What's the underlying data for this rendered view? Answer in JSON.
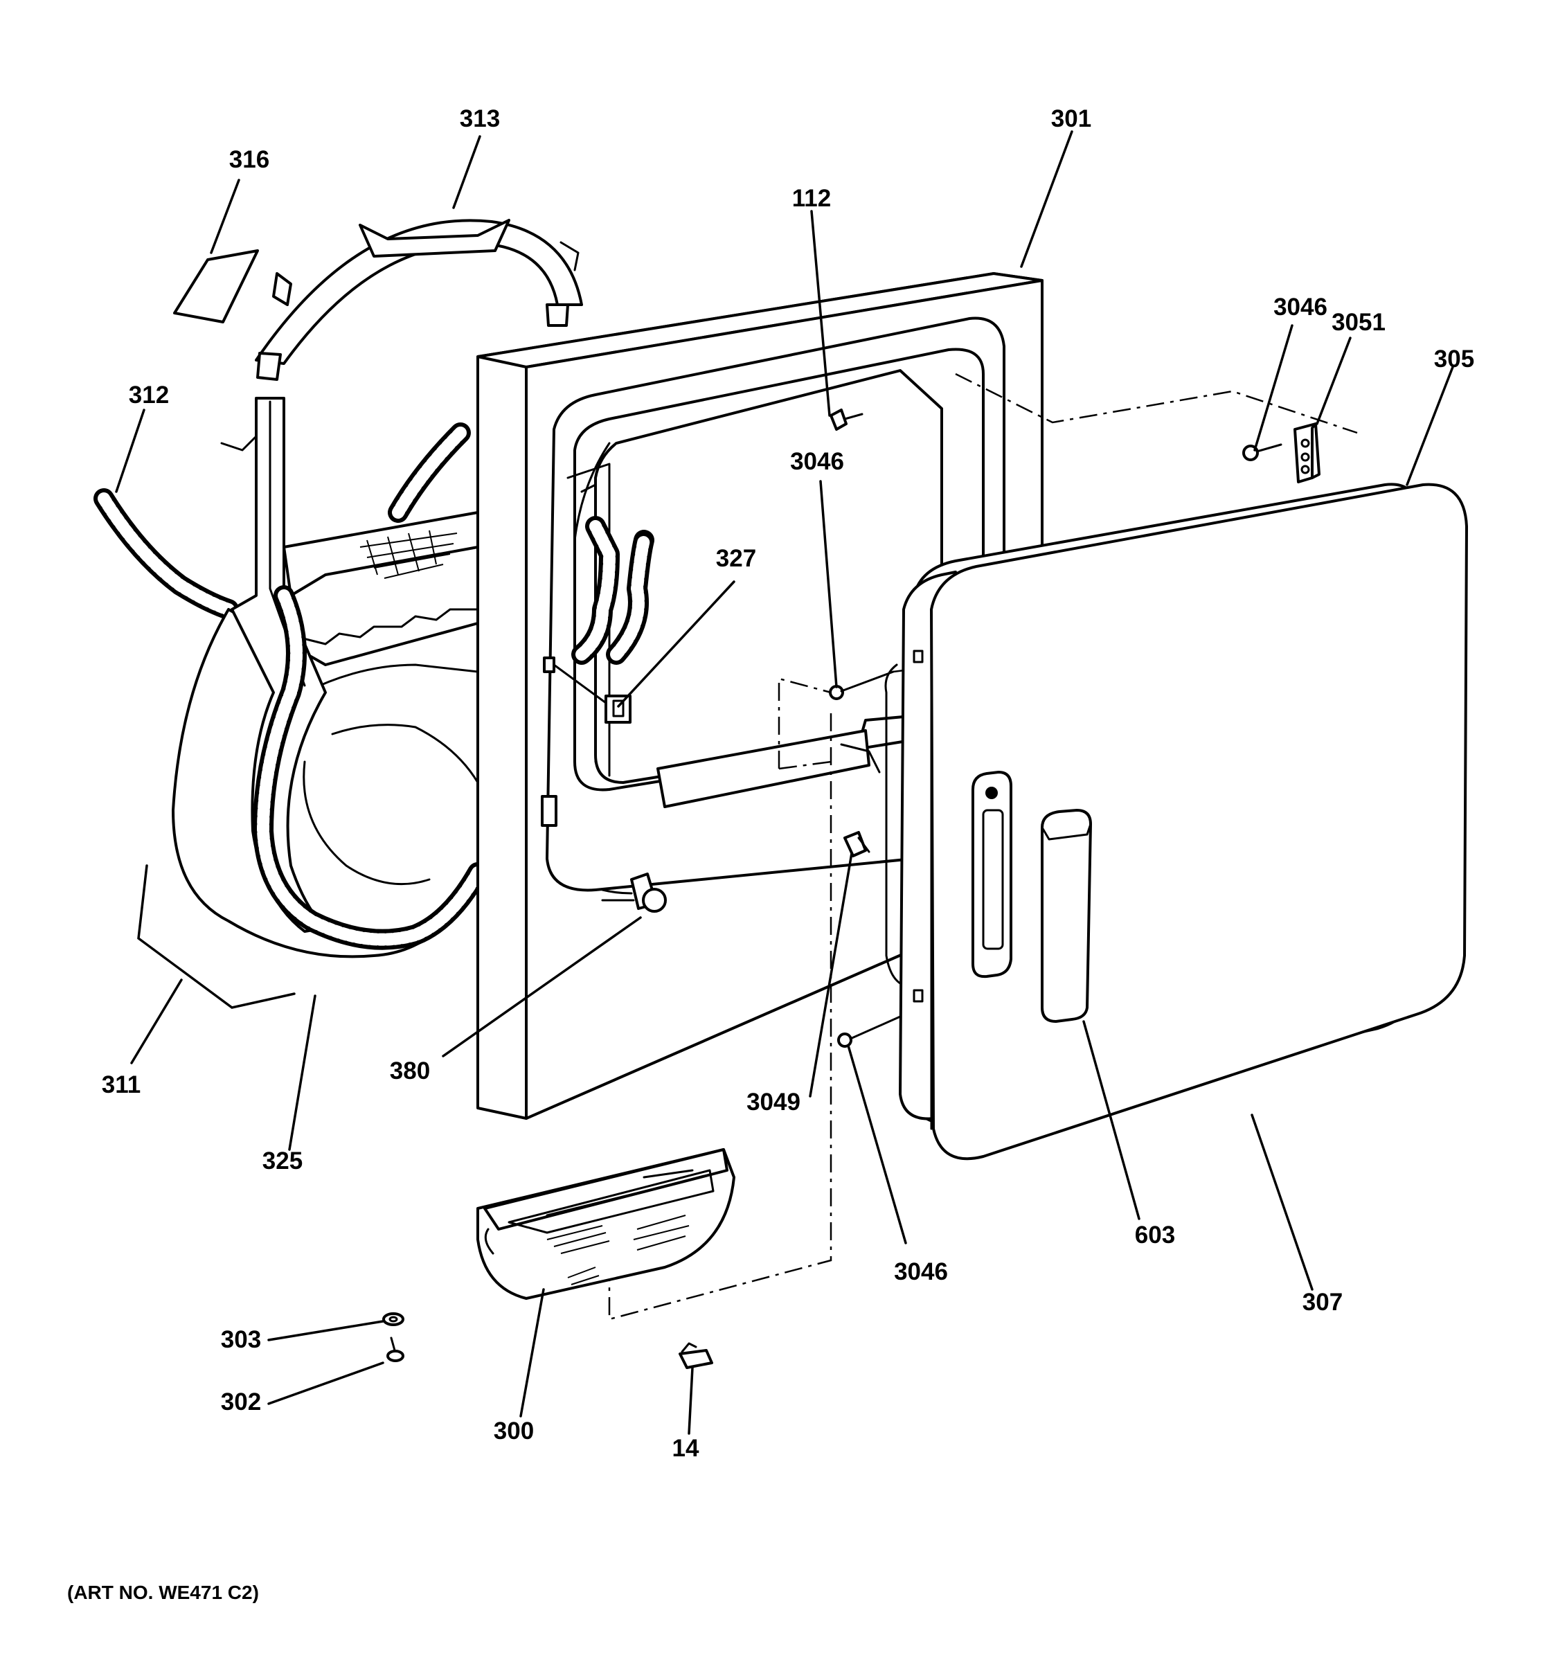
{
  "diagram": {
    "callouts": {
      "c313": "313",
      "c316": "316",
      "c312": "312",
      "c301": "301",
      "c112": "112",
      "c3046_top": "3046",
      "c3051": "3051",
      "c305": "305",
      "c3046_mid": "3046",
      "c327": "327",
      "c311": "311",
      "c325": "325",
      "c380": "380",
      "c3049": "3049",
      "c3046_low": "3046",
      "c603": "603",
      "c307": "307",
      "c303": "303",
      "c302": "302",
      "c300": "300",
      "c14": "14"
    },
    "art_number": "(ART NO. WE471 C2)"
  }
}
